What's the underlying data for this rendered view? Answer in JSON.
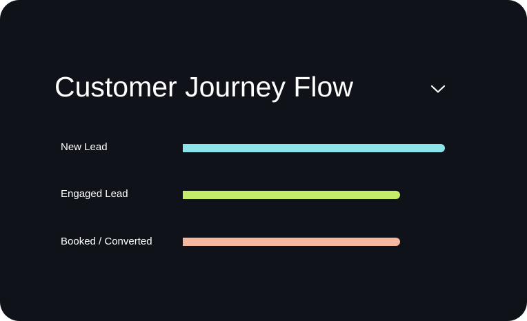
{
  "header": {
    "title": "Customer Journey Flow",
    "toggle_icon": "chevron-down-icon"
  },
  "stages": [
    {
      "label": "New Lead",
      "progress": 1.0,
      "color": "#8ce3ea"
    },
    {
      "label": "Engaged Lead",
      "progress": 0.83,
      "color": "#c4ec6a"
    },
    {
      "label": "Booked / Converted",
      "progress": 0.83,
      "color": "#f6b79f"
    }
  ]
}
